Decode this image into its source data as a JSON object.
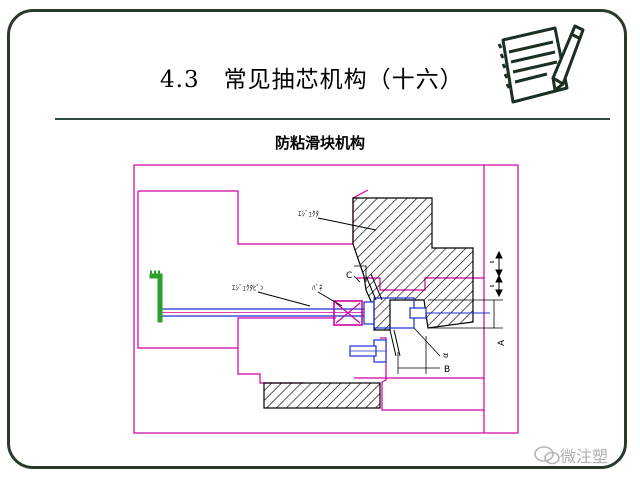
{
  "slide": {
    "title": "4.3　常见抽芯机构（十六）",
    "diagram_title": "防粘滑块机构"
  },
  "diagram": {
    "labels": {
      "ejector_guide": "ｴｼﾞｪｸﾀ",
      "ejector_pin": "ｴｼﾞｪｸﾀﾋﾟﾝ",
      "spring": "ﾊﾞﾈ",
      "letter_a": "A",
      "letter_b": "B",
      "letter_c": "C",
      "letter_alpha": "α"
    }
  },
  "watermark": {
    "text": "微注塑"
  },
  "colors": {
    "frame": "#2a3a2a",
    "rule": "#2f4a3f",
    "outline_magenta": "#d000a0",
    "blue_line": "#1a2fd0",
    "hatch": "#000000",
    "green_part": "#2aa02a"
  }
}
